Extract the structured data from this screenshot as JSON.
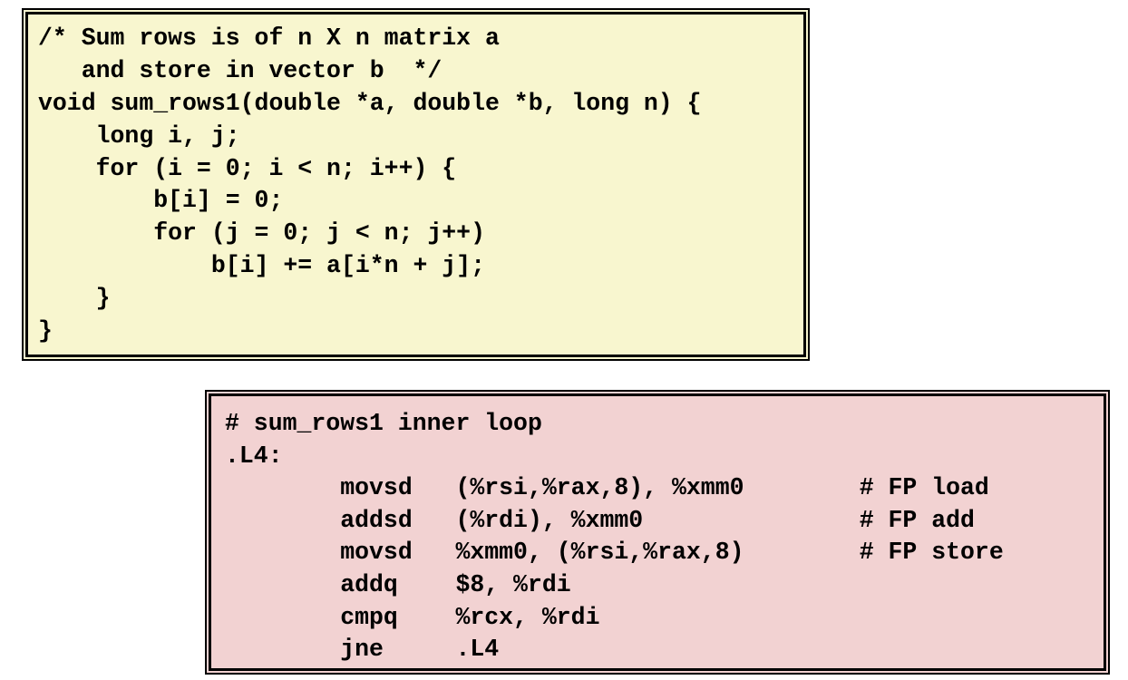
{
  "c_source": {
    "lines": [
      "/* Sum rows is of n X n matrix a",
      "   and store in vector b  */",
      "void sum_rows1(double *a, double *b, long n) {",
      "    long i, j;",
      "    for (i = 0; i < n; i++) {",
      "        b[i] = 0;",
      "        for (j = 0; j < n; j++)",
      "            b[i] += a[i*n + j];",
      "    }",
      "}"
    ],
    "background_color": "#f8f6cf"
  },
  "assembly": {
    "lines": [
      "# sum_rows1 inner loop",
      ".L4:",
      "        movsd   (%rsi,%rax,8), %xmm0        # FP load",
      "        addsd   (%rdi), %xmm0               # FP add",
      "        movsd   %xmm0, (%rsi,%rax,8)        # FP store",
      "        addq    $8, %rdi",
      "        cmpq    %rcx, %rdi",
      "        jne     .L4"
    ],
    "background_color": "#f2d2d2"
  }
}
